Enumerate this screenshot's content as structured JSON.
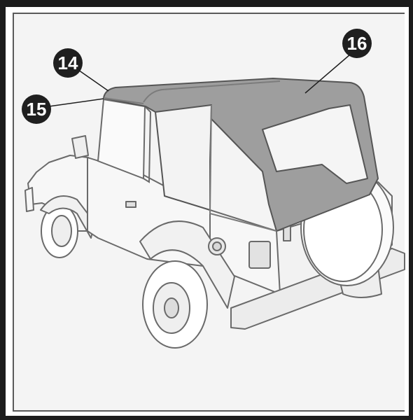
{
  "diagram": {
    "callouts": [
      {
        "id": "callout-14",
        "label": "14"
      },
      {
        "id": "callout-15",
        "label": "15"
      },
      {
        "id": "callout-16",
        "label": "16"
      }
    ],
    "colors": {
      "frame": "#1c1c1c",
      "soft_top": "#9e9e9e",
      "soft_top_dark": "#7c7c7c",
      "line_art": "#6a6a6a",
      "body_fill": "#f7f7f7",
      "callout_fill": "#1f1f1f"
    },
    "parts": [
      "soft-top",
      "vehicle",
      "spare-tire",
      "windshield-frame"
    ]
  }
}
